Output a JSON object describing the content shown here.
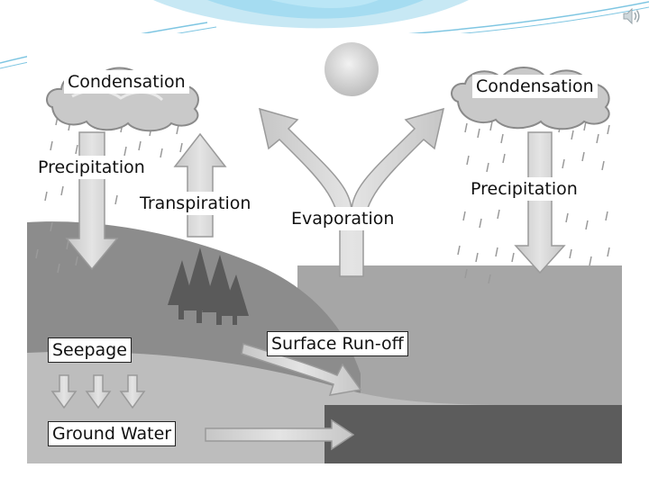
{
  "diagram": {
    "labels": {
      "condensation_left": "Condensation",
      "condensation_right": "Condensation",
      "precipitation_left": "Precipitation",
      "precipitation_right": "Precipitation",
      "transpiration": "Transpiration",
      "evaporation": "Evaporation",
      "seepage": "Seepage",
      "surface_runoff": "Surface Run-off",
      "ground_water": "Ground Water"
    }
  },
  "colors": {
    "slide_accent": "#5fbde0",
    "sky": "#ffffff",
    "land": "#8c8c8c",
    "sea": "#a6a6a6",
    "ground": "#bdbdbd",
    "water": "#5c5c5c",
    "arrow": "#d9d9d9",
    "trees": "#5a5a5a"
  },
  "icons": [
    "speaker-icon",
    "sun-icon",
    "cloud-icon",
    "tree-icon",
    "arrow-icon"
  ]
}
